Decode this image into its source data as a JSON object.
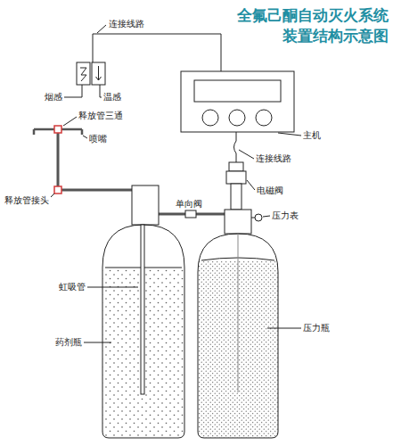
{
  "diagram": {
    "title": "全氟己酮自动灭火系统 装置结构示意图",
    "labels": [
      "连接线路",
      "烟感",
      "温感",
      "主机",
      "连接线路",
      "电磁阀",
      "压力表",
      "释放管三通",
      "喷嘴",
      "释放管接头",
      "单向阀",
      "虹吸管",
      "药剂瓶",
      "压力瓶"
    ]
  }
}
